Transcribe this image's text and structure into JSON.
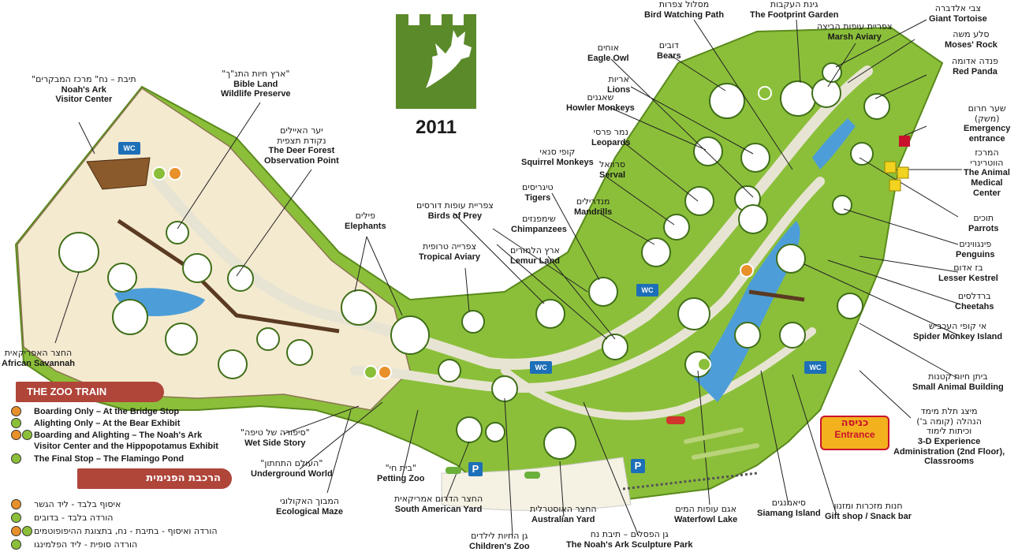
{
  "logo": {
    "year": "2011",
    "colors": {
      "green": "#5b8a2a",
      "white": "#ffffff"
    }
  },
  "colors": {
    "grass": "#8bbf3a",
    "path": "#e8e4d4",
    "water": "#4d9ed8",
    "ribbon": "#b0453a",
    "entrance_bg": "#f3b11e",
    "entrance_text": "#c9122c",
    "icon_blue": "#1d6fb8"
  },
  "labels": {
    "noahs_ark": {
      "he": "\"תיבת – נח\" מרכז המבקרים",
      "en1": "Noah's Ark",
      "en2": "Visitor Center"
    },
    "bible_land": {
      "he": "\"ארץ חיות התנ\"ך\"",
      "en1": "Bible Land",
      "en2": "Wildlife Preserve"
    },
    "deer_forest": {
      "he1": "יער האיילים",
      "he2": "נקודת תצפית",
      "en1": "The Deer Forest",
      "en2": "Observation Point"
    },
    "elephants": {
      "he": "פילים",
      "en": "Elephants"
    },
    "birds_of_prey": {
      "he": "צפריית עופות דורסים",
      "en": "Birds of Prey"
    },
    "tropical_aviary": {
      "he": "צפרייה טרופית",
      "en": "Tropical Aviary"
    },
    "tigers": {
      "he": "טיגריסים",
      "en": "Tigers"
    },
    "chimpanzees": {
      "he": "שימפנזים",
      "en": "Chimpanzees"
    },
    "lemur_land": {
      "he": "ארץ הלמורים",
      "en": "Lemur Land"
    },
    "squirrel_monkeys": {
      "he": "קופי סנאי",
      "en": "Squirrel Monkeys"
    },
    "mandrills": {
      "he": "מנדרילים",
      "en": "Mandrills"
    },
    "serval": {
      "he": "סרוואל",
      "en": "Serval"
    },
    "leopards": {
      "he": "נמר פרסי",
      "en": "Leopards"
    },
    "howler_monkeys": {
      "he": "שאגנים",
      "en": "Howler Monkeys"
    },
    "lions": {
      "he": "אריות",
      "en": "Lions"
    },
    "eagle_owl": {
      "he": "אוחים",
      "en": "Eagle Owl"
    },
    "bears": {
      "he": "דובים",
      "en": "Bears"
    },
    "bird_watching": {
      "he": "מסלול צפרות",
      "en": "Bird Watching Path"
    },
    "footprint_garden": {
      "he": "גינת העקבות",
      "en": "The Footprint Garden"
    },
    "marsh_aviary": {
      "he": "צפריית עופות הביצה",
      "en": "Marsh Aviary"
    },
    "giant_tortoise": {
      "he": "צבי אלדברה",
      "en": "Giant Tortoise"
    },
    "moses_rock": {
      "he": "סלע משה",
      "en": "Moses' Rock"
    },
    "red_panda": {
      "he": "פנדה אדומה",
      "en": "Red Panda"
    },
    "emergency": {
      "he1": "שער חרום",
      "he2": "(משק)",
      "en1": "Emergency",
      "en2": "entrance"
    },
    "medical": {
      "he1": "המרכז",
      "he2": "הווטרינרי",
      "en1": "The Animal",
      "en2": "Medical",
      "en3": "Center"
    },
    "parrots": {
      "he": "תוכים",
      "en": "Parrots"
    },
    "penguins": {
      "he": "פינגווינים",
      "en": "Penguins"
    },
    "kestrel": {
      "he": "בז אדום",
      "en": "Lesser Kestrel"
    },
    "cheetahs": {
      "he": "ברדלסים",
      "en": "Cheetahs"
    },
    "spider_monkey": {
      "he": "אי קופי העכביש",
      "en": "Spider Monkey Island"
    },
    "small_animal": {
      "he": "ביתן חיות קטנות",
      "en": "Small Animal Building"
    },
    "experience": {
      "he1": "מיצג תלת מימד",
      "he2": "הנהלה (קומה ב')",
      "he3": "וכיתות לימוד",
      "en1": "3-D Experience",
      "en2": "Administration (2nd Floor),",
      "en3": "Classrooms"
    },
    "entrance": {
      "he": "כניסה",
      "en": "Entrance"
    },
    "gift_shop": {
      "he": "חנות מזכרות ומזנון",
      "en": "Gift shop / Snack bar"
    },
    "siamang": {
      "he": "סיאמנגים",
      "en": "Siamang Island"
    },
    "waterfowl": {
      "he": "אגם עופות המים",
      "en": "Waterfowl Lake"
    },
    "sculpture": {
      "he": "גן הפסלים – תיבת נח",
      "en": "The Noah's Ark Sculpture Park"
    },
    "australian": {
      "he": "החצר האוסטרלית",
      "en": "Australian Yard"
    },
    "childrens": {
      "he": "גן החיות לילדים",
      "en": "Children's Zoo"
    },
    "south_american": {
      "he": "החצר הדרום אמריקאית",
      "en": "South American Yard"
    },
    "petting": {
      "he": "\"בית חי\"",
      "en": "Petting Zoo"
    },
    "ecological": {
      "he": "המבוך האקולוגי",
      "en": "Ecological Maze"
    },
    "underground": {
      "he": "\"העולם התחתון\"",
      "en": "Underground World"
    },
    "wet_side": {
      "he": "\"סיפורה של טיפה\"",
      "en": "Wet Side Story"
    },
    "savannah": {
      "he": "החצר האפריקאית",
      "en": "African Savannah"
    }
  },
  "legend": {
    "title_en": "THE ZOO TRAIN",
    "items_en": [
      {
        "icon": "orange",
        "text": "Boarding Only – At the Bridge Stop"
      },
      {
        "icon": "green",
        "text": "Alighting Only – At the Bear Exhibit"
      },
      {
        "icon": "both",
        "text": "Boarding and Alighting – The Noah's Ark"
      },
      {
        "icon": "none",
        "text": "Visitor Center and the Hippopotamus Exhibit"
      },
      {
        "icon": "green",
        "text": "The Final Stop – The Flamingo Pond"
      }
    ],
    "title_he": "הרכבת הפנימית",
    "items_he": [
      {
        "icon": "orange",
        "text": "איסוף בלבד - ליד הגשר"
      },
      {
        "icon": "green",
        "text": "הורדה בלבד - בדובים"
      },
      {
        "icon": "both",
        "text": "הורדה ואיסוף - בתיבת - נח, בתצוגת ההיפופוטמים"
      },
      {
        "icon": "green",
        "text": "הורדה סופית - ליד הפלמינגו"
      }
    ]
  },
  "icons": {
    "wc": "WC",
    "parking": "P",
    "cafe": "cafe-icon",
    "tram": "train-icon"
  }
}
